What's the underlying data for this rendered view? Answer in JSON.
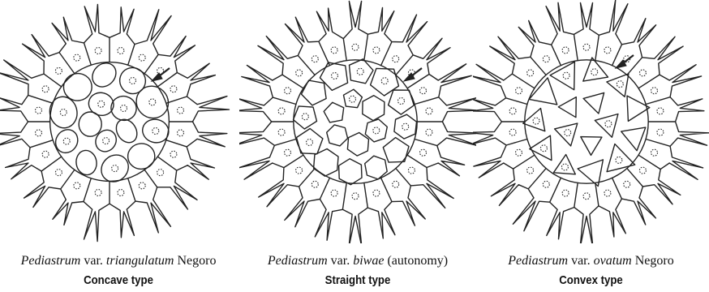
{
  "figure": {
    "panels": [
      {
        "genus": "Pediastrum",
        "rank": "var.",
        "epithet": "triangulatum",
        "author": "Negoro",
        "type_label": "Concave type",
        "arrow_icon": "arrow-icon"
      },
      {
        "genus": "Pediastrum",
        "rank": "var.",
        "epithet": "biwae",
        "author": "(autonomy)",
        "type_label": "Straight type",
        "arrow_icon": "arrow-icon"
      },
      {
        "genus": "Pediastrum",
        "rank": "var.",
        "epithet": "ovatum",
        "author": "Negoro",
        "type_label": "Convex type",
        "arrow_icon": "arrow-icon"
      }
    ],
    "colors": {
      "line": "#222222",
      "background": "#ffffff"
    }
  }
}
